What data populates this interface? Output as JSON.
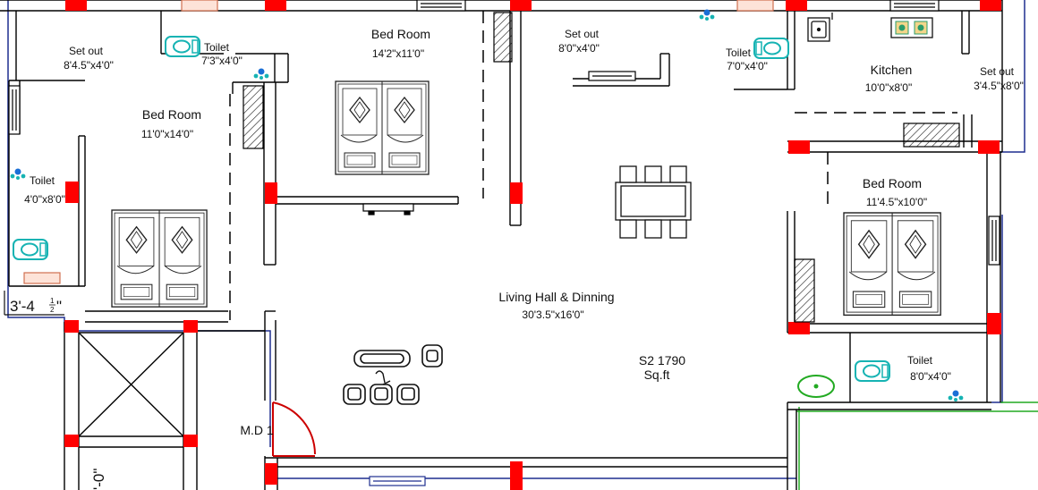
{
  "plan": {
    "area_value": "S2 1790",
    "area_unit": "Sq.ft",
    "colors": {
      "wall": "#000000",
      "column": "#ff0000",
      "fixture": "#16b3b3",
      "tap": "#1a6fd6",
      "outer_line_blue": "#1f2f8f",
      "outer_line_green": "#22aa22",
      "door_arc": "#cc0000",
      "furniture": "#222222"
    },
    "rooms": {
      "bed_room_top": {
        "name": "Bed Room",
        "size": "14'2\"x11'0\""
      },
      "bed_room_left": {
        "name": "Bed Room",
        "size": "11'0\"x14'0\""
      },
      "bed_room_right": {
        "name": "Bed Room",
        "size": "11'4.5\"x10'0\""
      },
      "setout_left": {
        "name": "Set out",
        "size": "8'4.5\"x4'0\""
      },
      "setout_mid": {
        "name": "Set out",
        "size": "8'0\"x4'0\""
      },
      "setout_right": {
        "name": "Set out",
        "size": "3'4.5\"x8'0\""
      },
      "toilet_top_left": {
        "name": "Toilet",
        "size": "7'3\"x4'0\""
      },
      "toilet_top_right": {
        "name": "Toilet",
        "size": "7'0\"x4'0\""
      },
      "toilet_left": {
        "name": "Toilet",
        "size": "4'0\"x8'0\""
      },
      "toilet_bottom_right": {
        "name": "Toilet",
        "size": "8'0\"x4'0\""
      },
      "kitchen": {
        "name": "Kitchen",
        "size": "10'0\"x8'0\""
      },
      "living": {
        "name": "Living Hall & Dinning",
        "size": "30'3.5\"x16'0\""
      }
    },
    "door_main": "M.D 1",
    "dimension_left_base": "3'-4",
    "dimension_left_frac_num": "1",
    "dimension_left_frac_den": "2",
    "dimension_left_tail": "\"",
    "dimension_bottom": "'-0\"",
    "icons": [
      "bed-icon",
      "toilet-icon",
      "tap-icon",
      "sink-icon",
      "stove-icon",
      "dining-table-icon",
      "sofa-icon",
      "armchair-icon",
      "wash-basin-icon",
      "door-swing-icon",
      "wardrobe-icon"
    ]
  }
}
